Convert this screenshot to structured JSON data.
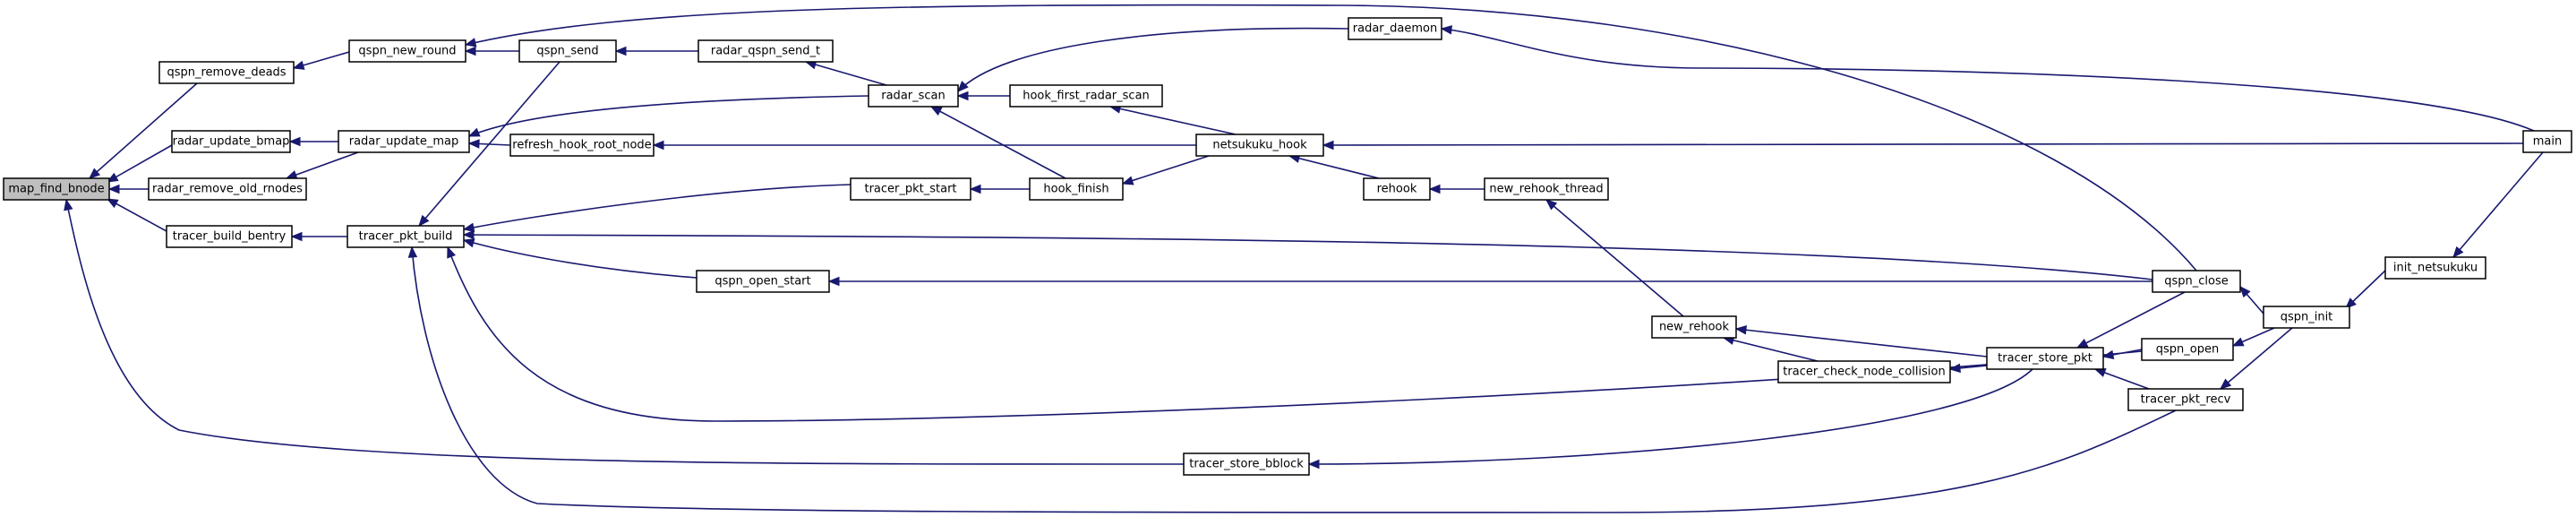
{
  "graph": {
    "colors": {
      "edge": "#191970",
      "node_border": "#000000",
      "node_fill": "#ffffff",
      "highlight_fill": "#bfbfbf"
    },
    "nodes": [
      {
        "id": "map_find_bnode",
        "label": "map_find_bnode",
        "highlight": true
      },
      {
        "id": "qspn_remove_deads",
        "label": "qspn_remove_deads"
      },
      {
        "id": "radar_update_bmap",
        "label": "radar_update_bmap"
      },
      {
        "id": "radar_remove_old_rnodes",
        "label": "radar_remove_old_rnodes"
      },
      {
        "id": "tracer_build_bentry",
        "label": "tracer_build_bentry"
      },
      {
        "id": "qspn_new_round",
        "label": "qspn_new_round"
      },
      {
        "id": "radar_update_map",
        "label": "radar_update_map"
      },
      {
        "id": "tracer_pkt_build",
        "label": "tracer_pkt_build"
      },
      {
        "id": "qspn_send",
        "label": "qspn_send"
      },
      {
        "id": "refresh_hook_root_node",
        "label": "refresh_hook_root_node"
      },
      {
        "id": "radar_qspn_send_t",
        "label": "radar_qspn_send_t"
      },
      {
        "id": "radar_scan",
        "label": "radar_scan"
      },
      {
        "id": "tracer_pkt_start",
        "label": "tracer_pkt_start"
      },
      {
        "id": "qspn_open_start",
        "label": "qspn_open_start"
      },
      {
        "id": "hook_first_radar_scan",
        "label": "hook_first_radar_scan"
      },
      {
        "id": "hook_finish",
        "label": "hook_finish"
      },
      {
        "id": "tracer_store_bblock",
        "label": "tracer_store_bblock"
      },
      {
        "id": "radar_daemon",
        "label": "radar_daemon"
      },
      {
        "id": "netsukuku_hook",
        "label": "netsukuku_hook"
      },
      {
        "id": "rehook",
        "label": "rehook"
      },
      {
        "id": "new_rehook_thread",
        "label": "new_rehook_thread"
      },
      {
        "id": "new_rehook",
        "label": "new_rehook"
      },
      {
        "id": "tracer_check_node_collision",
        "label": "tracer_check_node_collision"
      },
      {
        "id": "tracer_store_pkt",
        "label": "tracer_store_pkt"
      },
      {
        "id": "qspn_close",
        "label": "qspn_close"
      },
      {
        "id": "qspn_open",
        "label": "qspn_open"
      },
      {
        "id": "tracer_pkt_recv",
        "label": "tracer_pkt_recv"
      },
      {
        "id": "qspn_init",
        "label": "qspn_init"
      },
      {
        "id": "init_netsukuku",
        "label": "init_netsukuku"
      },
      {
        "id": "main",
        "label": "main"
      }
    ],
    "edges": [
      {
        "from": "qspn_remove_deads",
        "to": "map_find_bnode"
      },
      {
        "from": "radar_update_bmap",
        "to": "map_find_bnode"
      },
      {
        "from": "radar_remove_old_rnodes",
        "to": "map_find_bnode"
      },
      {
        "from": "tracer_build_bentry",
        "to": "map_find_bnode"
      },
      {
        "from": "tracer_store_bblock",
        "to": "map_find_bnode"
      },
      {
        "from": "qspn_new_round",
        "to": "qspn_remove_deads"
      },
      {
        "from": "radar_update_map",
        "to": "radar_update_bmap"
      },
      {
        "from": "radar_update_map",
        "to": "radar_remove_old_rnodes"
      },
      {
        "from": "tracer_pkt_build",
        "to": "tracer_build_bentry"
      },
      {
        "from": "qspn_send",
        "to": "qspn_new_round"
      },
      {
        "from": "qspn_close",
        "to": "qspn_new_round"
      },
      {
        "from": "radar_scan",
        "to": "radar_update_map"
      },
      {
        "from": "refresh_hook_root_node",
        "to": "radar_update_map"
      },
      {
        "from": "qspn_send",
        "to": "tracer_pkt_build"
      },
      {
        "from": "tracer_pkt_start",
        "to": "tracer_pkt_build"
      },
      {
        "from": "qspn_open_start",
        "to": "tracer_pkt_build"
      },
      {
        "from": "qspn_close",
        "to": "tracer_pkt_build"
      },
      {
        "from": "qspn_open",
        "to": "tracer_pkt_build"
      },
      {
        "from": "tracer_pkt_recv",
        "to": "tracer_pkt_build"
      },
      {
        "from": "radar_qspn_send_t",
        "to": "qspn_send"
      },
      {
        "from": "netsukuku_hook",
        "to": "refresh_hook_root_node"
      },
      {
        "from": "radar_scan",
        "to": "radar_qspn_send_t"
      },
      {
        "from": "hook_first_radar_scan",
        "to": "radar_scan"
      },
      {
        "from": "radar_daemon",
        "to": "radar_scan"
      },
      {
        "from": "hook_finish",
        "to": "radar_scan"
      },
      {
        "from": "hook_finish",
        "to": "tracer_pkt_start"
      },
      {
        "from": "qspn_close",
        "to": "qspn_open_start"
      },
      {
        "from": "netsukuku_hook",
        "to": "hook_first_radar_scan"
      },
      {
        "from": "netsukuku_hook",
        "to": "hook_finish"
      },
      {
        "from": "tracer_store_pkt",
        "to": "tracer_store_bblock"
      },
      {
        "from": "main",
        "to": "radar_daemon"
      },
      {
        "from": "main",
        "to": "netsukuku_hook"
      },
      {
        "from": "rehook",
        "to": "netsukuku_hook"
      },
      {
        "from": "new_rehook_thread",
        "to": "rehook"
      },
      {
        "from": "new_rehook",
        "to": "new_rehook_thread"
      },
      {
        "from": "tracer_store_pkt",
        "to": "new_rehook"
      },
      {
        "from": "tracer_check_node_collision",
        "to": "new_rehook"
      },
      {
        "from": "tracer_store_pkt",
        "to": "tracer_check_node_collision"
      },
      {
        "from": "qspn_close",
        "to": "tracer_store_pkt"
      },
      {
        "from": "qspn_open",
        "to": "tracer_store_pkt"
      },
      {
        "from": "tracer_pkt_recv",
        "to": "tracer_store_pkt"
      },
      {
        "from": "qspn_init",
        "to": "qspn_close"
      },
      {
        "from": "qspn_init",
        "to": "qspn_open"
      },
      {
        "from": "qspn_init",
        "to": "tracer_pkt_recv"
      },
      {
        "from": "init_netsukuku",
        "to": "qspn_init"
      },
      {
        "from": "main",
        "to": "init_netsukuku"
      }
    ]
  }
}
